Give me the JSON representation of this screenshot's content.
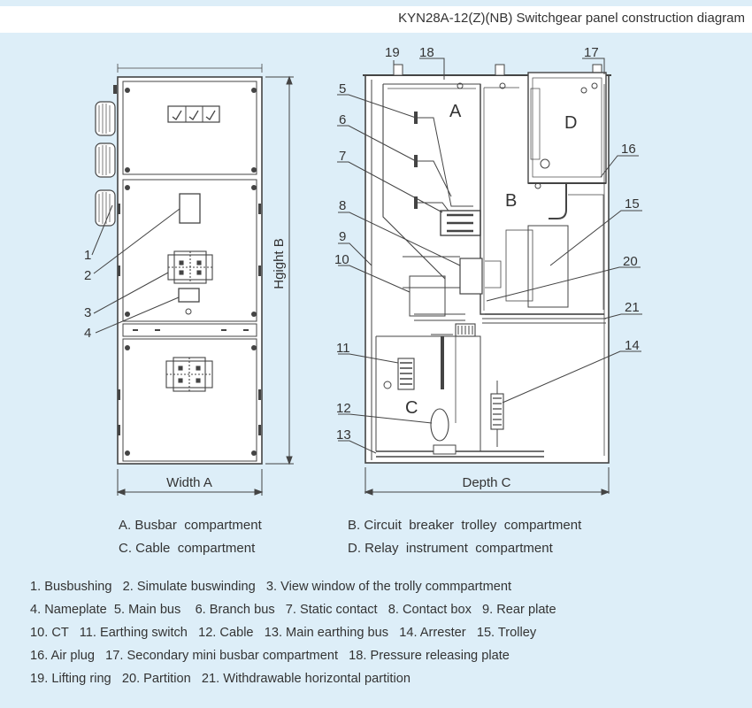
{
  "title": "KYN28A-12(Z)(NB) Switchgear panel construction diagram",
  "front_view": {
    "width_label": "Width A",
    "height_label": "Hgight B",
    "callouts": [
      "1",
      "2",
      "3",
      "4"
    ]
  },
  "side_view": {
    "depth_label": "Depth C",
    "compartment_letters": [
      "A",
      "B",
      "C",
      "D"
    ],
    "callouts": [
      "19",
      "18",
      "17",
      "5",
      "6",
      "7",
      "16",
      "15",
      "8",
      "9",
      "10",
      "20",
      "21",
      "11",
      "14",
      "12",
      "13"
    ]
  },
  "compartments": [
    {
      "key": "A.",
      "name": "Busbar  compartment"
    },
    {
      "key": "B.",
      "name": "Circuit  breaker  trolley  compartment"
    },
    {
      "key": "C.",
      "name": "Cable  compartment"
    },
    {
      "key": "D.",
      "name": "Relay  instrument  compartment"
    }
  ],
  "legend_lines": [
    "1. Busbushing   2. Simulate buswinding   3. View window of the trolly commpartment",
    "4. Nameplate  5. Main bus    6. Branch bus   7. Static contact   8. Contact box   9. Rear plate",
    "10. CT   11. Earthing switch   12. Cable   13. Main earthing bus   14. Arrester   15. Trolley",
    "16. Air plug   17. Secondary mini busbar compartment   18. Pressure releasing plate",
    "19. Lifting ring   20. Partition   21. Withdrawable horizontal partition"
  ]
}
